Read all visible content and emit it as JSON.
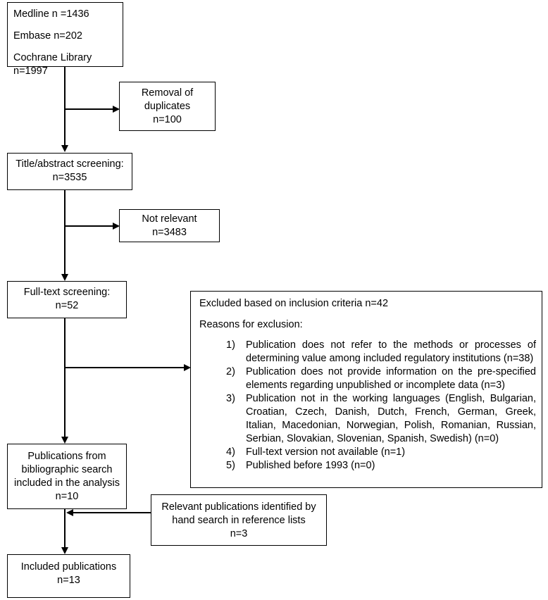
{
  "sources": {
    "lines": [
      "Medline n =1436",
      "Embase n=202",
      "Cochrane Library n=1997"
    ]
  },
  "duplicates": {
    "lines": [
      "Removal of",
      "duplicates",
      "n=100"
    ]
  },
  "title_screening": {
    "lines": [
      "Title/abstract screening:",
      "n=3535"
    ]
  },
  "not_relevant": {
    "lines": [
      "Not relevant",
      "n=3483"
    ]
  },
  "fulltext_screening": {
    "lines": [
      "Full-text screening:",
      "n=52"
    ]
  },
  "excluded": {
    "title": "Excluded based on inclusion criteria n=42",
    "reasons_heading": "Reasons for exclusion:",
    "reasons": [
      {
        "num": "1)",
        "text": "Publication does not refer to the methods or processes of determining value among included regulatory institutions (n=38)"
      },
      {
        "num": "2)",
        "text": "Publication does not provide information on the pre-specified elements regarding unpublished or incomplete data (n=3)"
      },
      {
        "num": "3)",
        "text": "Publication not in the working languages (English, Bulgarian, Croatian, Czech, Danish, Dutch, French, German, Greek, Italian, Macedonian, Norwegian, Polish, Romanian, Russian, Serbian, Slovakian, Slovenian, Spanish, Swedish) (n=0)"
      },
      {
        "num": "4)",
        "text": "Full-text version not available (n=1)"
      },
      {
        "num": "5)",
        "text": "Published before 1993 (n=0)"
      }
    ]
  },
  "bibliographic": {
    "lines": [
      "Publications from",
      "bibliographic search",
      "included in the analysis",
      "n=10"
    ]
  },
  "hand_search": {
    "lines": [
      "Relevant publications identified by",
      "hand search in reference lists",
      "n=3"
    ]
  },
  "included": {
    "lines": [
      "Included publications",
      "n=13"
    ]
  }
}
